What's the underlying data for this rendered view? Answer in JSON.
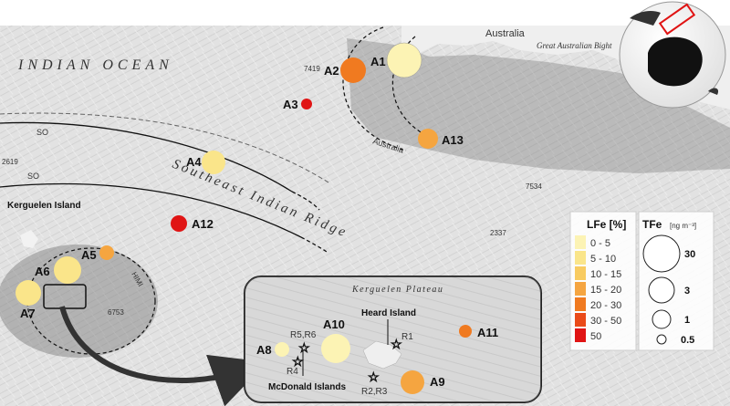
{
  "labels": {
    "ocean": "INDIAN OCEAN",
    "ridge": "Southeast Indian Ridge",
    "australia_top": "Australia",
    "great_australian_bight": "Great Australian Bight",
    "australia_curve": "Australia",
    "kerguelen_island": "Kerguelen Island",
    "so_1": "SO",
    "so_2": "SO",
    "himi": "HIMI",
    "kerguelen_plateau": "Kerguelen Plateau",
    "heard_island": "Heard Island",
    "mcdonald_islands": "McDonald Islands"
  },
  "depths": [
    "7419",
    "2619",
    "7534",
    "2337",
    "6753"
  ],
  "stations": [
    {
      "id": "A1",
      "label": "A1",
      "lfe_class": "0 - 5",
      "color": "#FCF3B4",
      "size": "30"
    },
    {
      "id": "A2",
      "label": "A2",
      "lfe_class": "20 - 30",
      "color": "#F07A20",
      "size": "3"
    },
    {
      "id": "A3",
      "label": "A3",
      "lfe_class": "50",
      "color": "#E01414",
      "size": "0.5"
    },
    {
      "id": "A13",
      "label": "A13",
      "lfe_class": "15 - 20",
      "color": "#F5A540",
      "size": "1"
    },
    {
      "id": "A4",
      "label": "A4",
      "lfe_class": "5 - 10",
      "color": "#FAE58A",
      "size": "3"
    },
    {
      "id": "A12",
      "label": "A12",
      "lfe_class": "50",
      "color": "#E01414",
      "size": "1"
    },
    {
      "id": "A5",
      "label": "A5",
      "lfe_class": "15 - 20",
      "color": "#F5A540",
      "size": "0.5"
    },
    {
      "id": "A6",
      "label": "A6",
      "lfe_class": "5 - 10",
      "color": "#FAE58A",
      "size": "3"
    },
    {
      "id": "A7",
      "label": "A7",
      "lfe_class": "5 - 10",
      "color": "#FAE58A",
      "size": "3"
    },
    {
      "id": "A8",
      "label": "A8",
      "lfe_class": "0 - 5",
      "color": "#FCF3B4",
      "size": "1"
    },
    {
      "id": "A10",
      "label": "A10",
      "lfe_class": "0 - 5",
      "color": "#FCF3B4",
      "size": "3"
    },
    {
      "id": "A11",
      "label": "A11",
      "lfe_class": "20 - 30",
      "color": "#F07A20",
      "size": "0.5"
    },
    {
      "id": "A9",
      "label": "A9",
      "lfe_class": "15 - 20",
      "color": "#F5A540",
      "size": "3"
    }
  ],
  "reference_sites": [
    "R5,R6",
    "R4",
    "R1",
    "R2,R3"
  ],
  "legend_lfe": {
    "title": "LFe [%]",
    "classes": [
      {
        "label": "0 - 5",
        "color": "#FCF3B4"
      },
      {
        "label": "5 - 10",
        "color": "#FAE58A"
      },
      {
        "label": "10 - 15",
        "color": "#F8CB60"
      },
      {
        "label": "15 - 20",
        "color": "#F5A540"
      },
      {
        "label": "20 - 30",
        "color": "#F07A20"
      },
      {
        "label": "30 - 50",
        "color": "#EA4A18"
      },
      {
        "label": "50",
        "color": "#E01414"
      }
    ]
  },
  "legend_tfe": {
    "title": "TFe",
    "unit": "[ng m⁻³]",
    "sizes": [
      "30",
      "3",
      "1",
      "0.5"
    ]
  }
}
